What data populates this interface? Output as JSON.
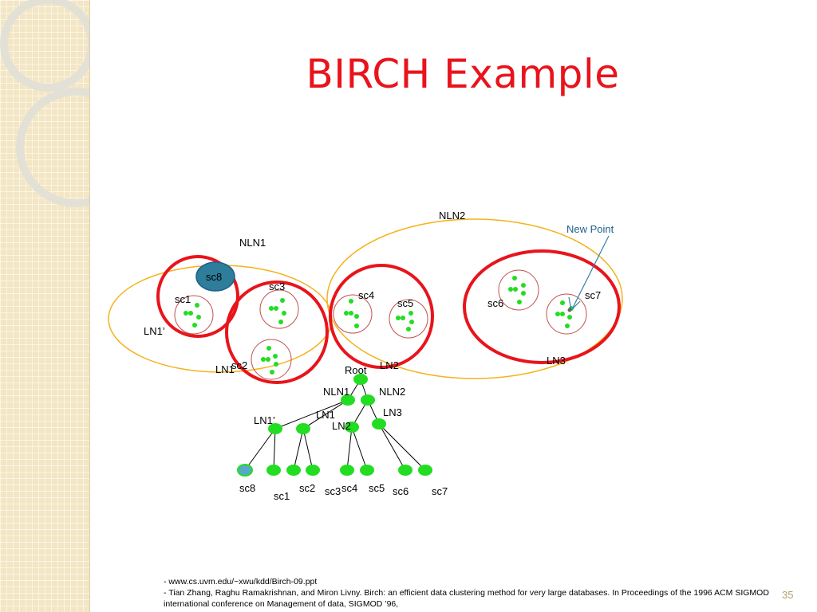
{
  "slide": {
    "title": "BIRCH Example",
    "page_number": "35"
  },
  "references": [
    "- www.cs.uvm.edu/~xwu/kdd/Birch-09.ppt",
    "- Tian Zhang, Raghu Ramakrishnan, and Miron Livny. Birch: an efficient data clustering method for very large databases. In Proceedings of the 1996 ACM SIGMOD international conference on Management of data, SIGMOD ’96,"
  ],
  "clusters": {
    "nln1": "NLN1",
    "nln2": "NLN2",
    "ln1_prime": "LN1’",
    "ln1": "LN1",
    "ln2": "LN2",
    "ln3": "LN3",
    "new_point": "New Point",
    "sc1": "sc1",
    "sc2": "sc2",
    "sc3": "sc3",
    "sc4": "sc4",
    "sc5": "sc5",
    "sc6": "sc6",
    "sc7": "sc7",
    "sc8": "sc8"
  },
  "tree": {
    "root": "Root",
    "nln1": "NLN1",
    "nln2": "NLN2",
    "ln1_prime": "LN1’",
    "ln1": "LN1",
    "ln2": "LN2",
    "ln3": "LN3",
    "leaves": [
      "sc8",
      "sc1",
      "sc2",
      "sc3",
      "sc4",
      "sc5",
      "sc6",
      "sc7"
    ]
  },
  "colors": {
    "title": "#e8141c",
    "leaf_node_outline": "#e8141c",
    "nonleaf_outline": "#f5b21b",
    "subcluster_outline": "#c0504d",
    "point": "#22dd22",
    "sc8_fill": "#2e7d9a",
    "new_point_text": "#1f5f8b"
  }
}
